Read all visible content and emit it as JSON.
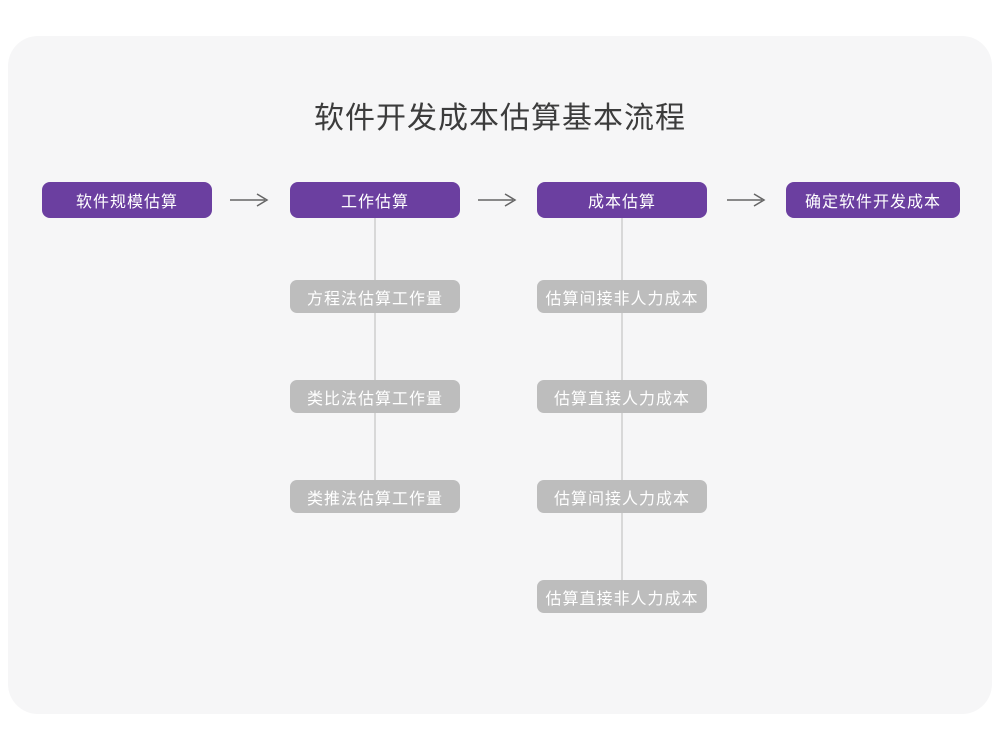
{
  "title": "软件开发成本估算基本流程",
  "colors": {
    "page_bg": "#ffffff",
    "card_bg": "#f6f6f7",
    "primary": "#6b3fa0",
    "secondary": "#bdbdbd",
    "node_text": "#ffffff",
    "title_text": "#3c3c3c",
    "connector": "#d8d8d8",
    "arrow": "#656565"
  },
  "flow": {
    "main_nodes": [
      {
        "label": "软件规模估算"
      },
      {
        "label": "工作估算"
      },
      {
        "label": "成本估算"
      },
      {
        "label": "确定软件开发成本"
      }
    ],
    "work_estimation_methods": [
      {
        "label": "方程法估算工作量"
      },
      {
        "label": "类比法估算工作量"
      },
      {
        "label": "类推法估算工作量"
      }
    ],
    "cost_estimation_steps": [
      {
        "label": "估算间接非人力成本"
      },
      {
        "label": "估算直接人力成本"
      },
      {
        "label": "估算间接人力成本"
      },
      {
        "label": "估算直接非人力成本"
      }
    ]
  }
}
